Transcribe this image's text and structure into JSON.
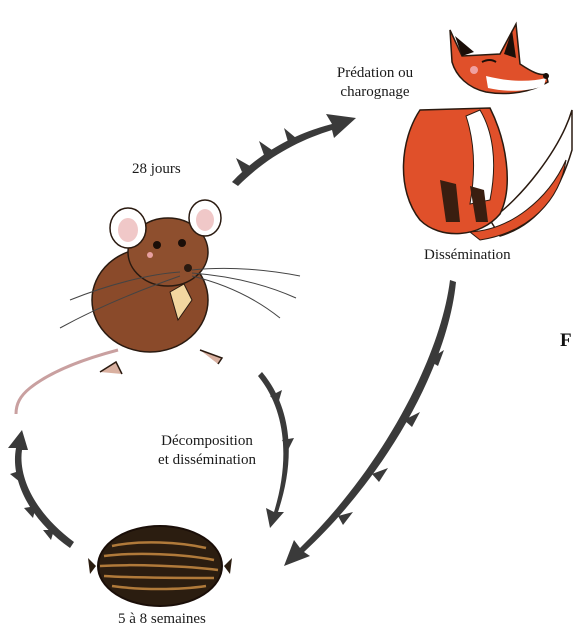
{
  "cycle": {
    "mouse": {
      "name": "mouse-illustration",
      "caption": "28 jours"
    },
    "fox": {
      "name": "fox-illustration",
      "caption": "Dissémination"
    },
    "seed": {
      "name": "seed-illustration",
      "caption": "5 à 8 semaines"
    },
    "transitions": {
      "mouse_to_fox": "Prédation ou charognage",
      "mouse_to_fox_line1": "Prédation ou",
      "mouse_to_fox_line2": "charognage",
      "mouse_to_seed": "Décomposition et dissémination",
      "mouse_to_seed_line1": "Décomposition",
      "mouse_to_seed_line2": "et dissémination"
    }
  },
  "edge_fragment": "F",
  "colors": {
    "arrow": "#3a3a3a",
    "fox_orange": "#e0502a",
    "mouse_brown": "#8a4a2a",
    "seed_dark": "#2b1d10",
    "seed_light": "#b07a3a"
  }
}
